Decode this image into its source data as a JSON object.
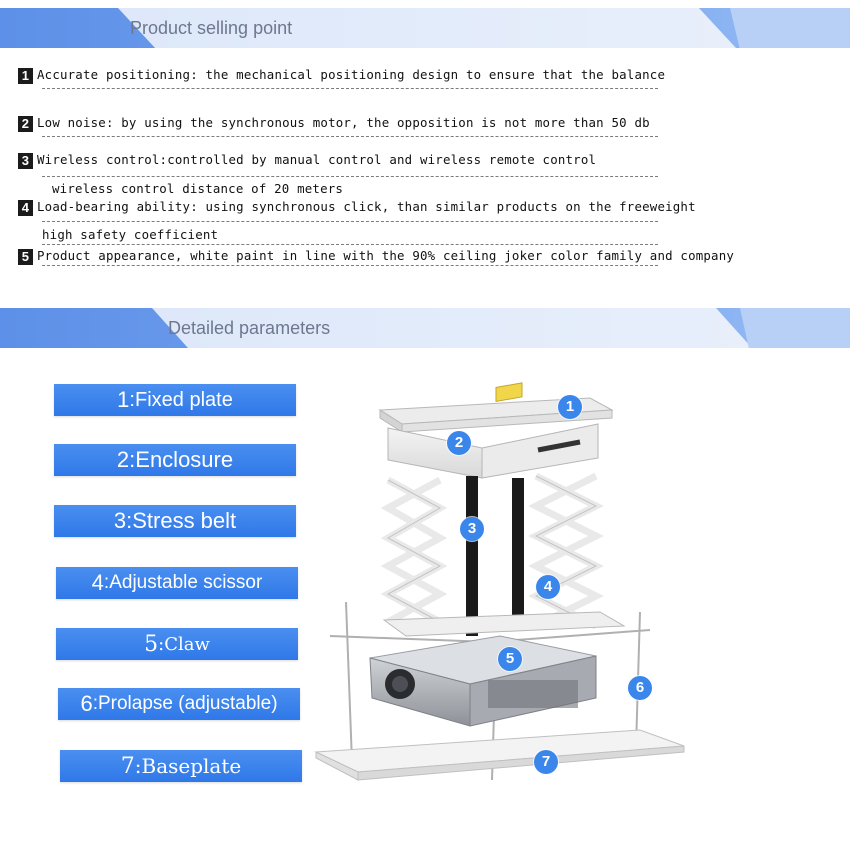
{
  "selling_points": {
    "title": "Product selling point",
    "rows": [
      {
        "num": "1",
        "text": "Accurate positioning: the mechanical positioning design to ensure that the balance"
      },
      {
        "num": "2",
        "text": "Low noise: by using the synchronous motor, the opposition is not more than 50 db"
      },
      {
        "num": "3",
        "text": "Wireless control:controlled by manual control and wireless remote control"
      },
      {
        "num": "",
        "text": "wireless control distance of 20 meters"
      },
      {
        "num": "4",
        "text": "Load-bearing ability: using synchronous click, than similar products on the freeweight"
      },
      {
        "num": "",
        "text": "high safety coefficient"
      },
      {
        "num": "5",
        "text": "Product appearance, white paint in line with the 90% ceiling joker color family and company"
      }
    ]
  },
  "parameters": {
    "title": "Detailed parameters",
    "items": [
      {
        "num": "1",
        "sep": ":",
        "label": "Fixed plate"
      },
      {
        "num": "2",
        "sep": ":",
        "label": "Enclosure"
      },
      {
        "num": "3",
        "sep": ":",
        "label": "Stress belt"
      },
      {
        "num": "4",
        "sep": " :",
        "label": "Adjustable scissor"
      },
      {
        "num": "5",
        "sep": ":",
        "label": "Claw"
      },
      {
        "num": "6",
        "sep": " :",
        "label": "Prolapse (adjustable)"
      },
      {
        "num": "7",
        "sep": ": ",
        "label": "Baseplate"
      }
    ],
    "callouts": [
      "1",
      "2",
      "3",
      "4",
      "5",
      "6",
      "7"
    ]
  },
  "colors": {
    "banner": "#5d90e8",
    "label_box": "#3a86ea",
    "callout": "#3a86ea"
  }
}
